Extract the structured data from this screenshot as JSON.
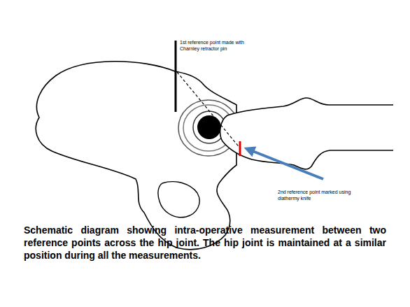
{
  "diagram": {
    "caption": "Schematic diagram showing intra-operative measurement between two reference points across the hip joint. The hip joint is maintained at a similar position during all the measurements.",
    "labels": [
      "1st reference point made with Charnley retractor pin",
      "2nd reference point marked using diathermy knife"
    ]
  }
}
